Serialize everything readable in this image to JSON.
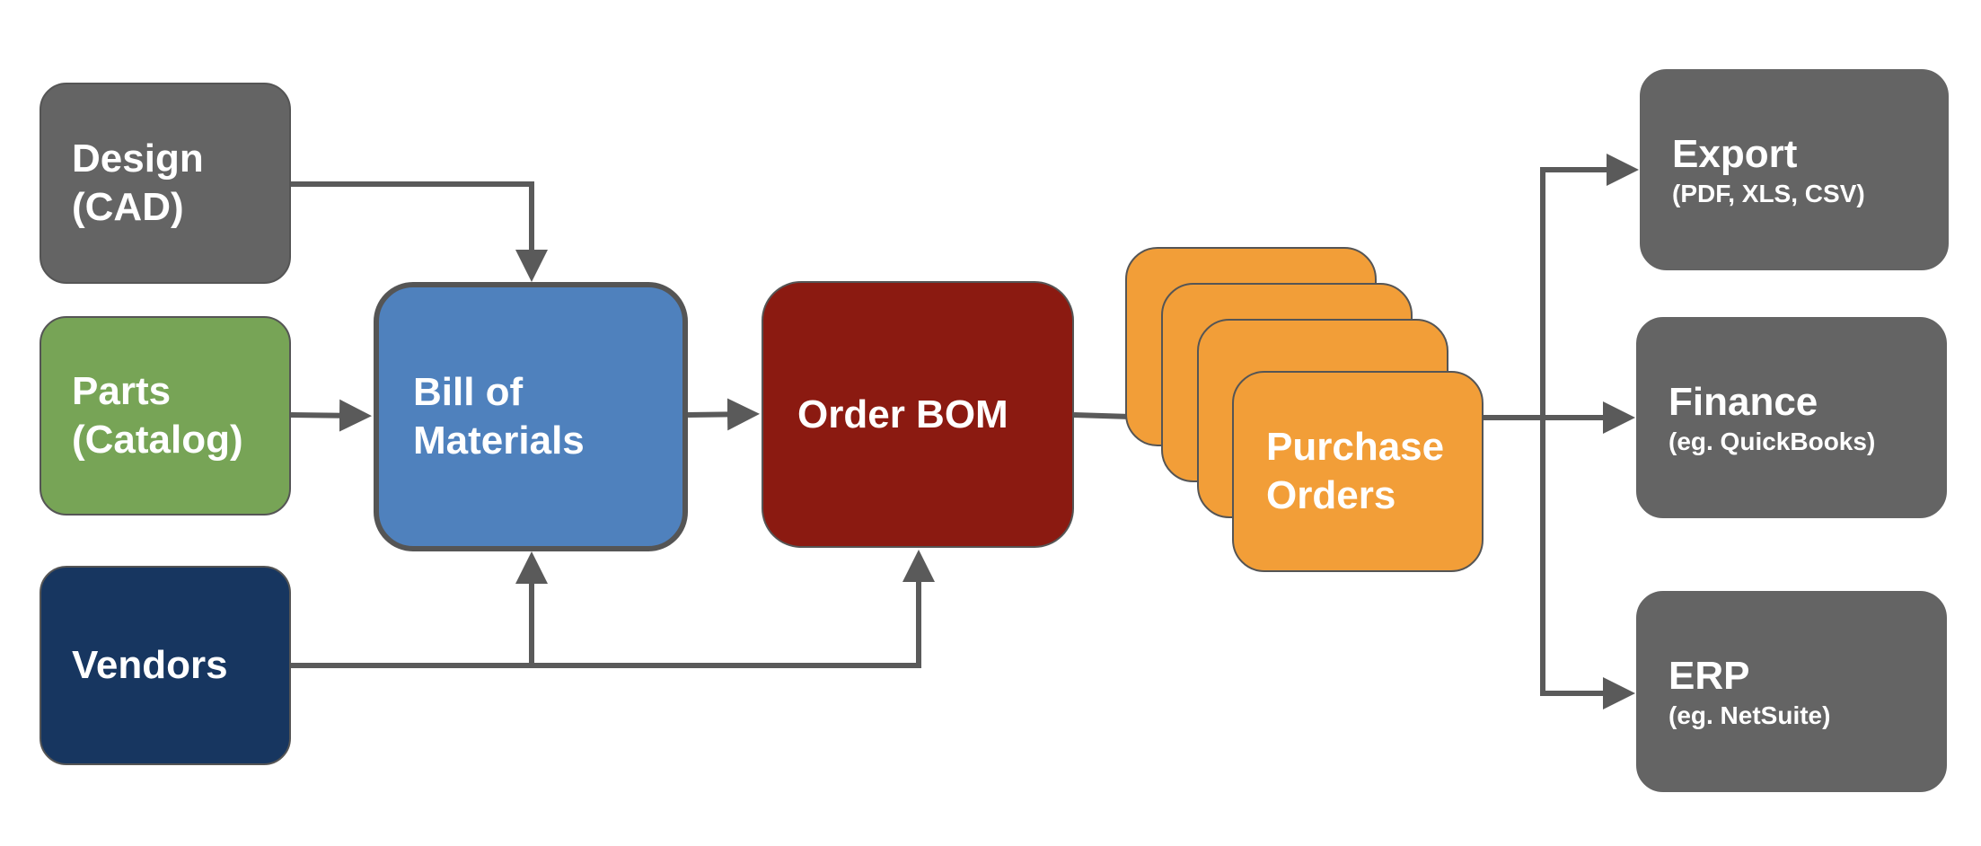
{
  "colors": {
    "gray": "#646464",
    "green": "#77a456",
    "navy": "#173660",
    "blue": "#4f81bd",
    "darkred": "#8b1a11",
    "orange": "#f29e38",
    "line": "#5a5a5a"
  },
  "nodes": {
    "design": {
      "line1": "Design",
      "line2": "(CAD)"
    },
    "parts": {
      "line1": "Parts",
      "line2": "(Catalog)"
    },
    "vendors": {
      "label": "Vendors"
    },
    "bom": {
      "line1": "Bill of",
      "line2": "Materials"
    },
    "order_bom": {
      "label": "Order BOM"
    },
    "purchase_orders": {
      "line1": "Purchase",
      "line2": "Orders"
    },
    "export": {
      "title": "Export",
      "subtitle": "(PDF, XLS, CSV)"
    },
    "finance": {
      "title": "Finance",
      "subtitle": "(eg. QuickBooks)"
    },
    "erp": {
      "title": "ERP",
      "subtitle": "(eg. NetSuite)"
    }
  },
  "edges": [
    {
      "from": "design",
      "to": "bom"
    },
    {
      "from": "parts",
      "to": "bom"
    },
    {
      "from": "vendors",
      "to": "bom"
    },
    {
      "from": "vendors",
      "to": "order_bom"
    },
    {
      "from": "bom",
      "to": "order_bom"
    },
    {
      "from": "order_bom",
      "to": "purchase_orders"
    },
    {
      "from": "purchase_orders",
      "to": "export"
    },
    {
      "from": "purchase_orders",
      "to": "finance"
    },
    {
      "from": "purchase_orders",
      "to": "erp"
    }
  ]
}
